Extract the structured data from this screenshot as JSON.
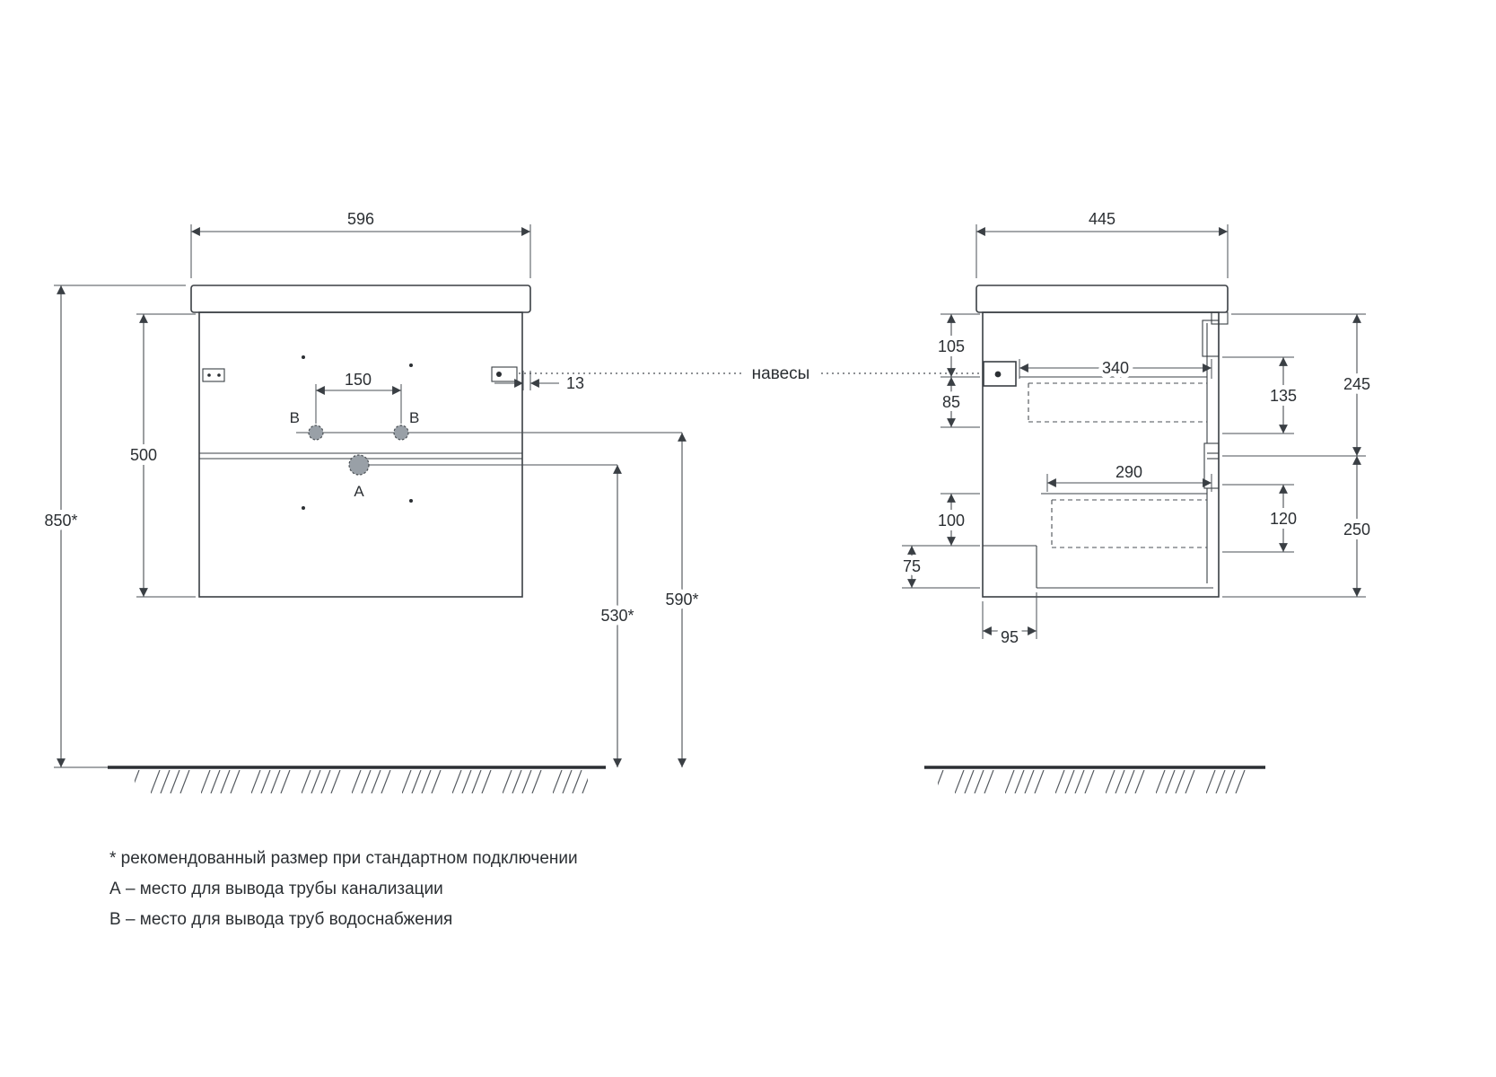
{
  "front_view": {
    "width": "596",
    "cabinet_height": "500",
    "total_height": "850*",
    "b_spacing": "150",
    "hinge_offset": "13",
    "drain_height": "530*",
    "supply_height": "590*",
    "label_a": "А",
    "label_b": "В"
  },
  "side_view": {
    "depth": "445",
    "top_inset": "105",
    "hinge_drop": "85",
    "top_drawer_depth": "340",
    "top_drawer_inner": "135",
    "top_section": "245",
    "bottom_drawer_depth": "290",
    "bottom_inset": "100",
    "bottom_drawer_inner": "120",
    "bottom_section": "250",
    "notch_height": "75",
    "notch_depth": "95"
  },
  "callout": {
    "hangers": "навесы"
  },
  "notes": {
    "items": [
      "* рекомендованный размер при стандартном подключении",
      "А – место для вывода трубы канализации",
      "В – место для вывода труб водоснабжения"
    ]
  },
  "colors": {
    "line": "#3a3f44",
    "hole_fill": "#99a0a7",
    "background": "#ffffff"
  }
}
